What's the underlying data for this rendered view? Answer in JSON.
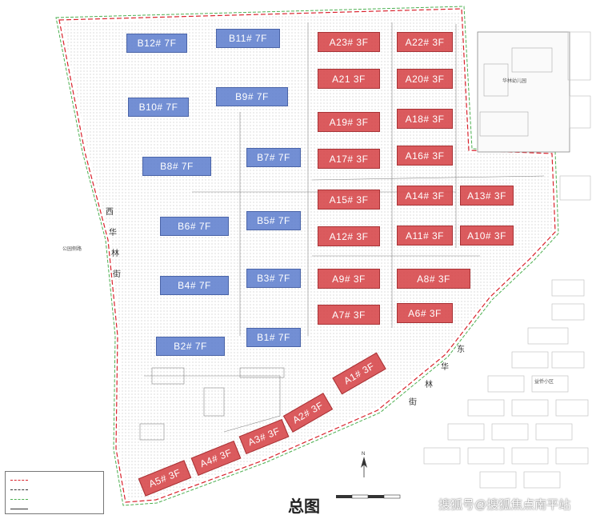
{
  "title": "总图",
  "watermark": "搜狐号@搜狐焦点南平站",
  "place_labels": {
    "kindergarten": "华林幼儿园",
    "park_road": "公园侧路",
    "residential": "益侨小区"
  },
  "road_chars_west": [
    "西",
    "华",
    "林",
    "街"
  ],
  "road_chars_east": [
    "东",
    "华",
    "林",
    "街"
  ],
  "colors": {
    "a_fill": "#d64448",
    "b_fill": "#6080ce",
    "boundary_red": "#d9232d",
    "boundary_green": "#4caf50"
  },
  "legend": {
    "items": [
      {
        "color": "#d9232d",
        "style": "dashed"
      },
      {
        "color": "#333333",
        "style": "dashed"
      },
      {
        "color": "#4caf50",
        "style": "dashed"
      },
      {
        "color": "#333333",
        "style": "solid"
      }
    ]
  },
  "buildings": {
    "A23": "A23# 3F",
    "A22": "A22# 3F",
    "A21": "A21 3F",
    "A20": "A20# 3F",
    "A19": "A19# 3F",
    "A18": "A18# 3F",
    "A17": "A17# 3F",
    "A16": "A16# 3F",
    "A15": "A15# 3F",
    "A14": "A14# 3F",
    "A13": "A13# 3F",
    "A12": "A12# 3F",
    "A11": "A11# 3F",
    "A10": "A10# 3F",
    "A9": "A9# 3F",
    "A8": "A8# 3F",
    "A7": "A7# 3F",
    "A6": "A6# 3F",
    "A5": "A5# 3F",
    "A4": "A4# 3F",
    "A3": "A3# 3F",
    "A2": "A2# 3F",
    "A1": "A1# 3F",
    "B12": "B12# 7F",
    "B11": "B11# 7F",
    "B10": "B10# 7F",
    "B9": "B9# 7F",
    "B8": "B8# 7F",
    "B7": "B7# 7F",
    "B6": "B6# 7F",
    "B5": "B5# 7F",
    "B4": "B4# 7F",
    "B3": "B3# 7F",
    "B2": "B2# 7F",
    "B1": "B1# 7F"
  }
}
